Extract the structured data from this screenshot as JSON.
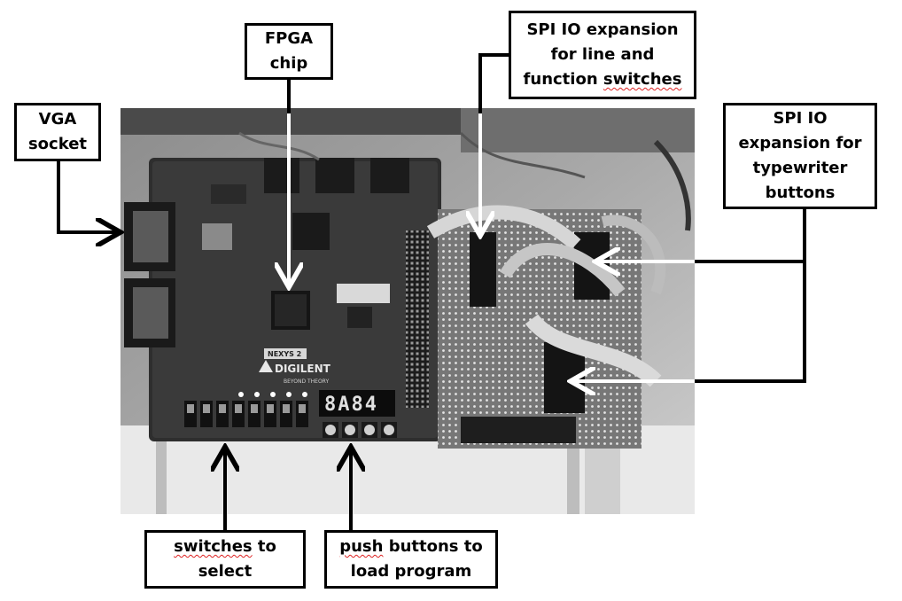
{
  "labels": {
    "vga_socket": {
      "line1": "VGA",
      "line2": "socket"
    },
    "fpga_chip": {
      "line1": "FPGA",
      "line2": "chip"
    },
    "spi_line_function": {
      "line1": "SPI IO expansion",
      "line2": "for line and",
      "line3a": "function ",
      "line3b": "switches"
    },
    "spi_typewriter": {
      "line1": "SPI IO",
      "line2": "expansion for",
      "line3": "typewriter",
      "line4": "buttons"
    },
    "switches_select": {
      "line1a": "switches",
      "line1b": " to",
      "line2": "select"
    },
    "push_buttons": {
      "line1a": "push",
      "line1b": " buttons to",
      "line2": "load program"
    }
  },
  "board_text": {
    "brand": "DIGILENT",
    "tagline": "BEYOND THEORY",
    "model": "NEXYS 2",
    "display": "8A84"
  },
  "colors": {
    "outline": "#000000",
    "arrow_white": "#ffffff",
    "spellcheck_underline": "#dd2222"
  }
}
